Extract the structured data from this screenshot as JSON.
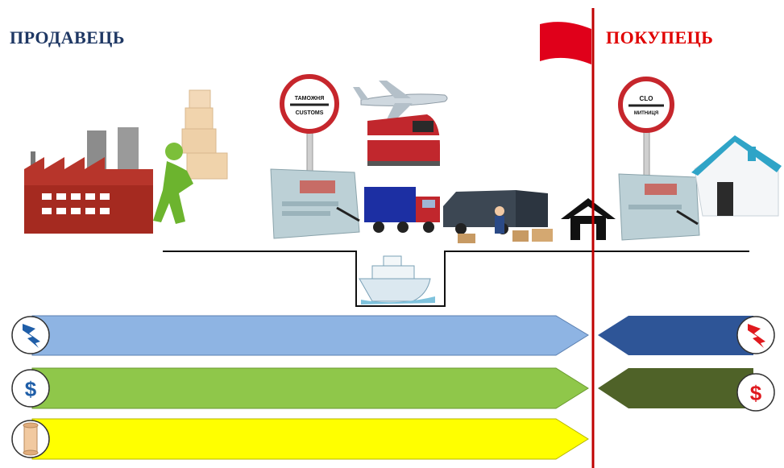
{
  "seller_label": "ПРОДАВЕЦЬ",
  "buyer_label": "ПОКУПЕЦЬ",
  "customs_sign": {
    "line1": "ТАМОЖНЯ",
    "line2": "CUSTOMS"
  },
  "buyer_sign": {
    "line1": "CLO",
    "line2": "МИТНИЦЯ"
  },
  "dollar_symbol": "$",
  "colors": {
    "seller_text": "#1f3864",
    "buyer_text": "#e00000",
    "border_line": "#c00000",
    "risk_arrow": "#8eb4e3",
    "risk_arrow_buyer": "#2e5597",
    "cost_arrow": "#8fc74a",
    "cost_arrow_buyer": "#4f6228",
    "docs_arrow": "#ffff00"
  },
  "icons": [
    "factory-icon",
    "worker-with-boxes-icon",
    "customs-sign-icon",
    "customs-document-icon",
    "airplane-icon",
    "train-icon",
    "truck-icon",
    "van-unloading-icon",
    "warehouse-icon",
    "ship-icon",
    "flag-icon",
    "house-icon",
    "lightning-icon",
    "dollar-icon",
    "scroll-icon"
  ]
}
